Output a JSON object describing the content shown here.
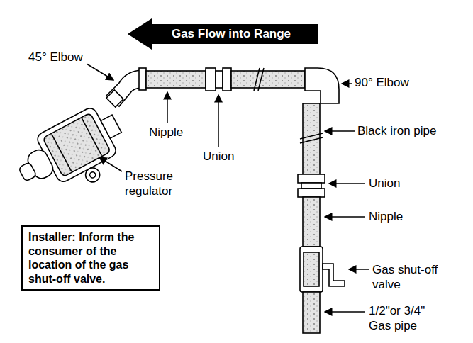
{
  "diagram": {
    "nodes": [
      {
        "text": [
          "Gas Flow into Range"
        ]
      },
      {
        "text": [
          "Installer: Inform the consumer of the location of the gas shut-off valve."
        ]
      }
    ],
    "labels": [
      "45° Elbow",
      "90° Elbow",
      "Nipple",
      "Union",
      "Black iron pipe",
      "Pressure regulator",
      "Union",
      "Nipple",
      "Gas shut-off valve",
      "1/2\"or 3/4\" Gas pipe"
    ]
  }
}
